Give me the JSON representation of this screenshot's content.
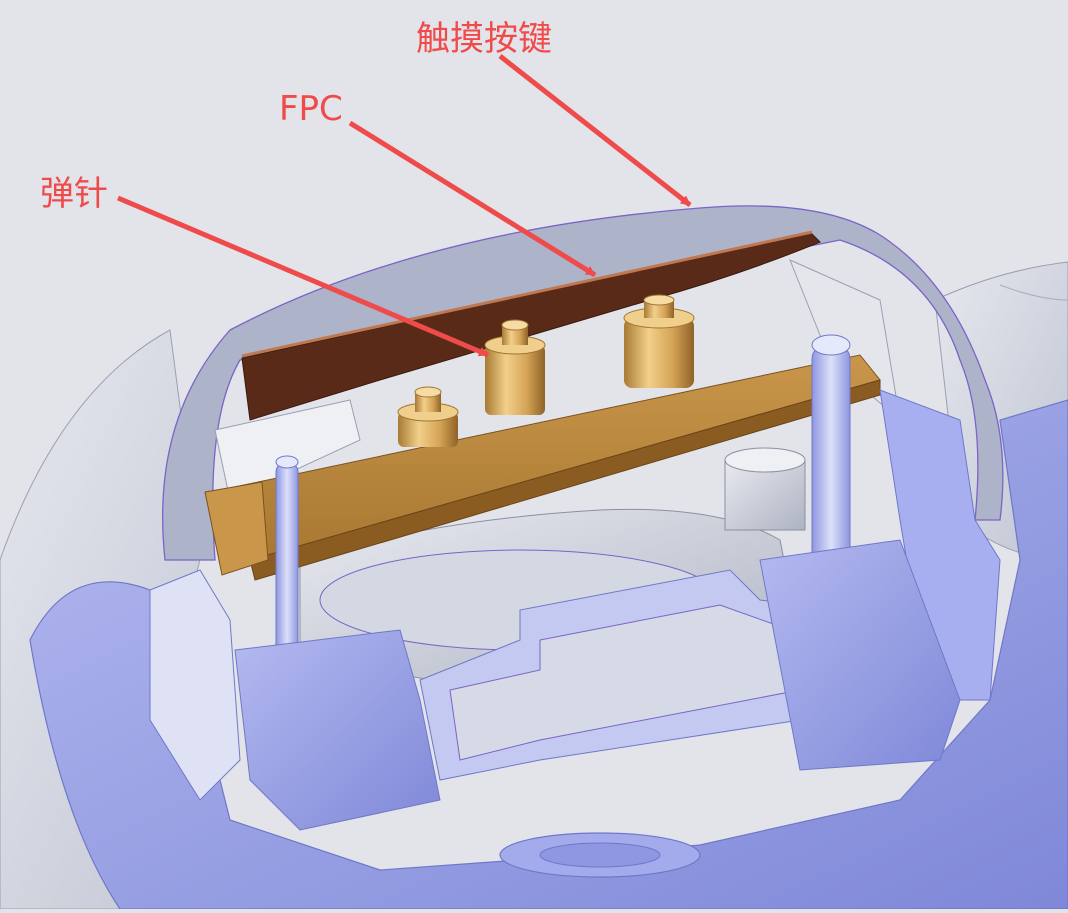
{
  "diagram": {
    "callouts": [
      {
        "id": "touch-key",
        "label": "触摸按键"
      },
      {
        "id": "fpc",
        "label": "FPC"
      },
      {
        "id": "pogo-pin",
        "label": "弹针"
      }
    ]
  },
  "colors": {
    "background": "#e2e4ea",
    "housing_shell": "#adb3c8",
    "housing_outer_light": "#d5d8e0",
    "housing_blue": "#9ea6e8",
    "internal_gray": "#c8ccd6",
    "pcb_board": "#b8863e",
    "pcb_side": "#8a5c22",
    "fpc_strip": "#5a2a18",
    "pogo_pin_gold": "#d8ad62",
    "callout_red": "#ef4b4b",
    "outline_purple": "#7a64c8"
  }
}
